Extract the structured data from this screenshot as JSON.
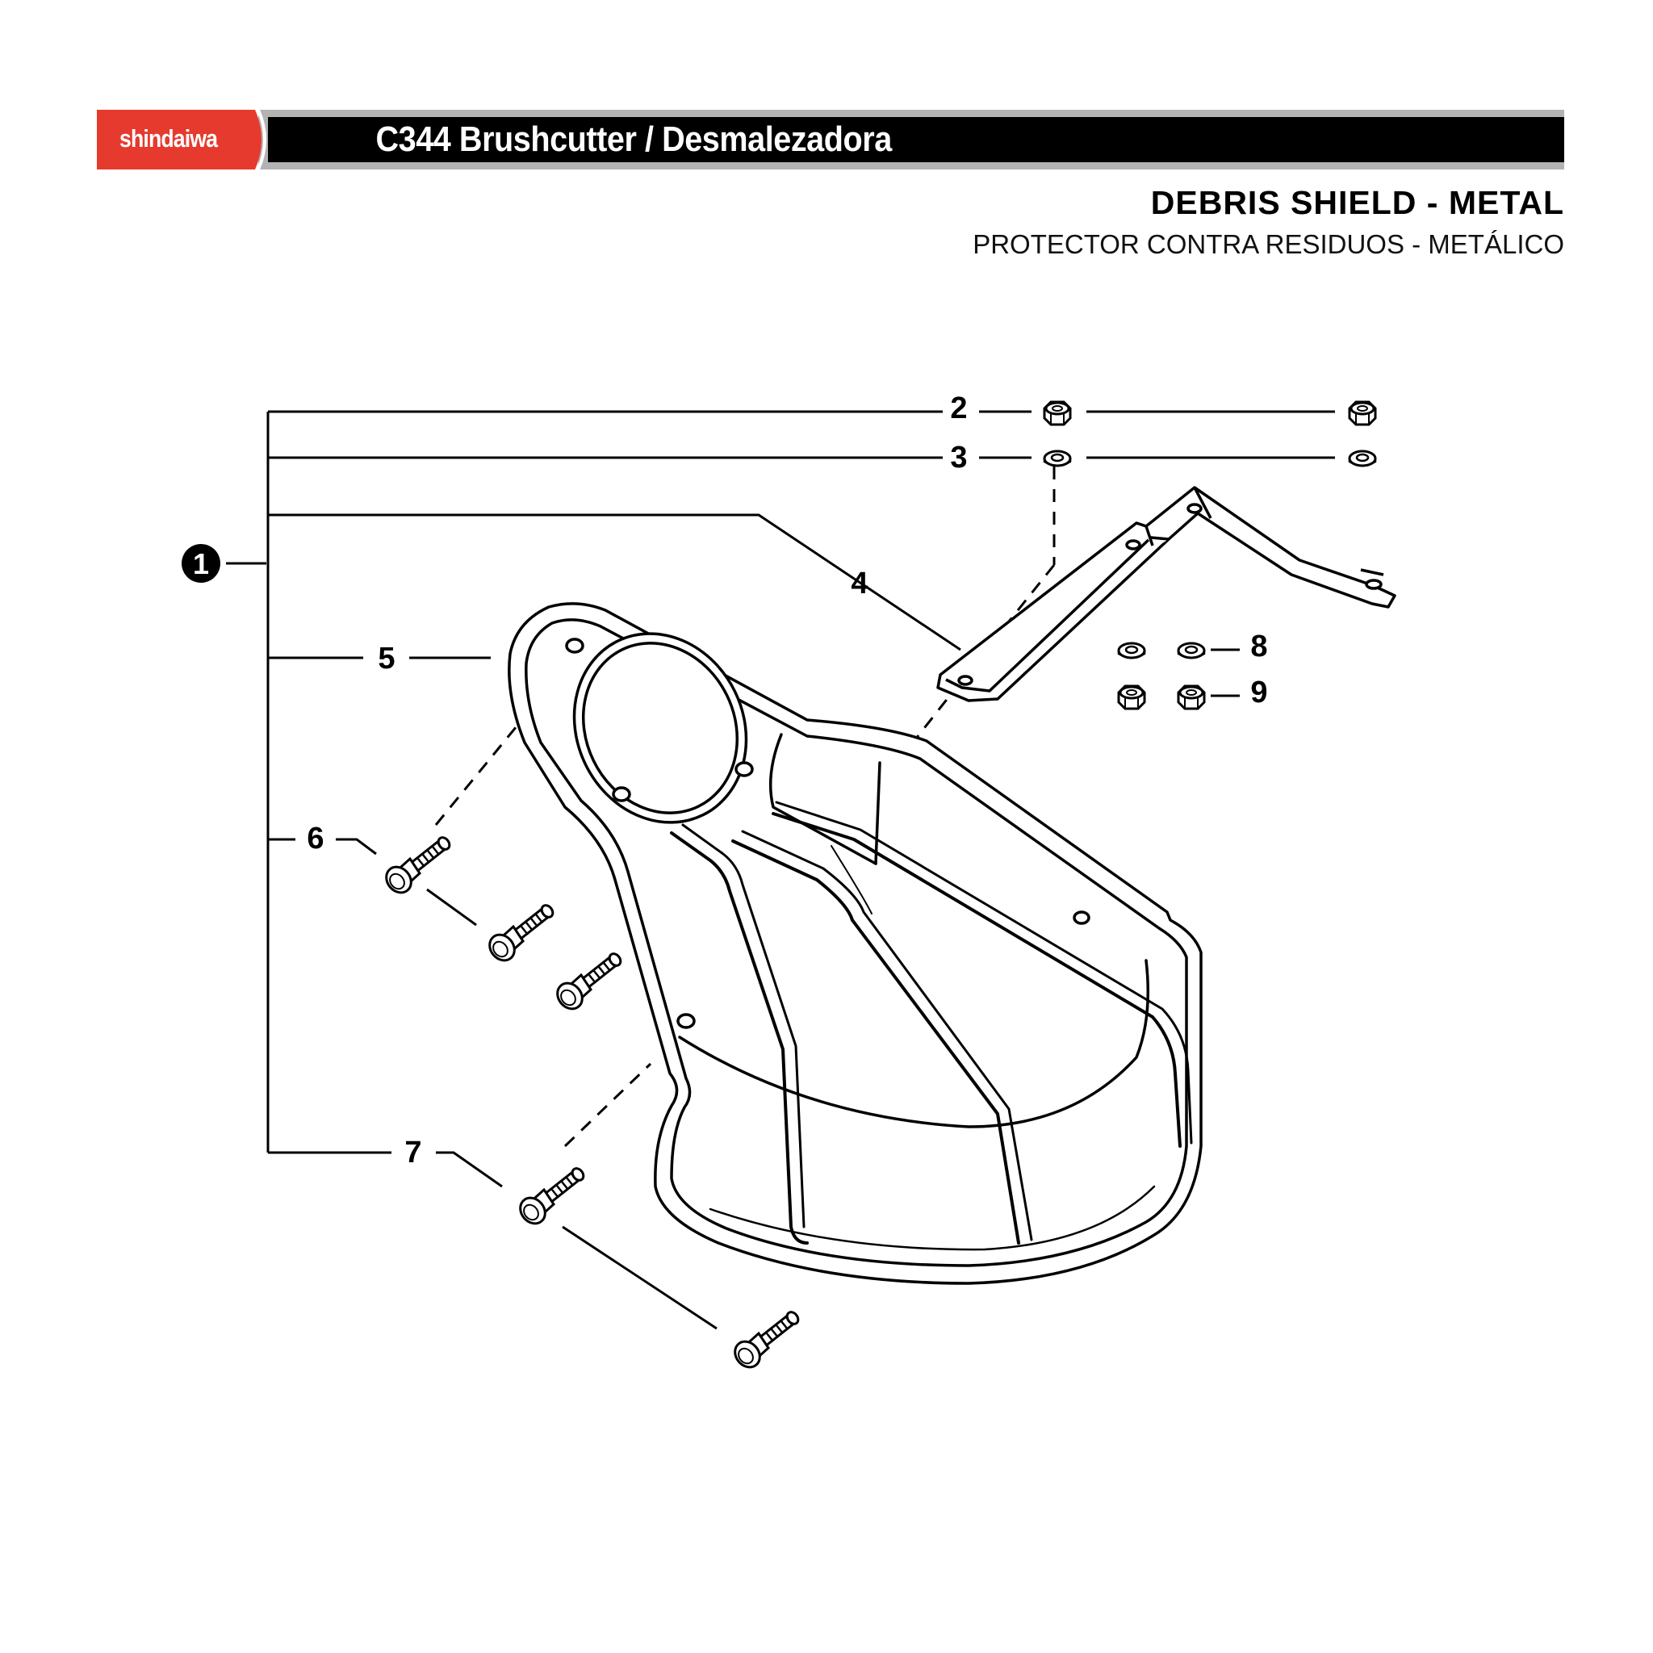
{
  "brand": {
    "logo_text": "shindaiwa",
    "brand_color": "#e63a2e"
  },
  "header": {
    "title": "C344 Brushcutter / Desmalezadora"
  },
  "section": {
    "title": "DEBRIS SHIELD - METAL",
    "subtitle": "PROTECTOR CONTRA RESIDUOS - METÁLICO"
  },
  "callouts": {
    "c1": "1",
    "c2": "2",
    "c3": "3",
    "c4": "4",
    "c5": "5",
    "c6": "6",
    "c7": "7",
    "c8": "8",
    "c9": "9"
  }
}
